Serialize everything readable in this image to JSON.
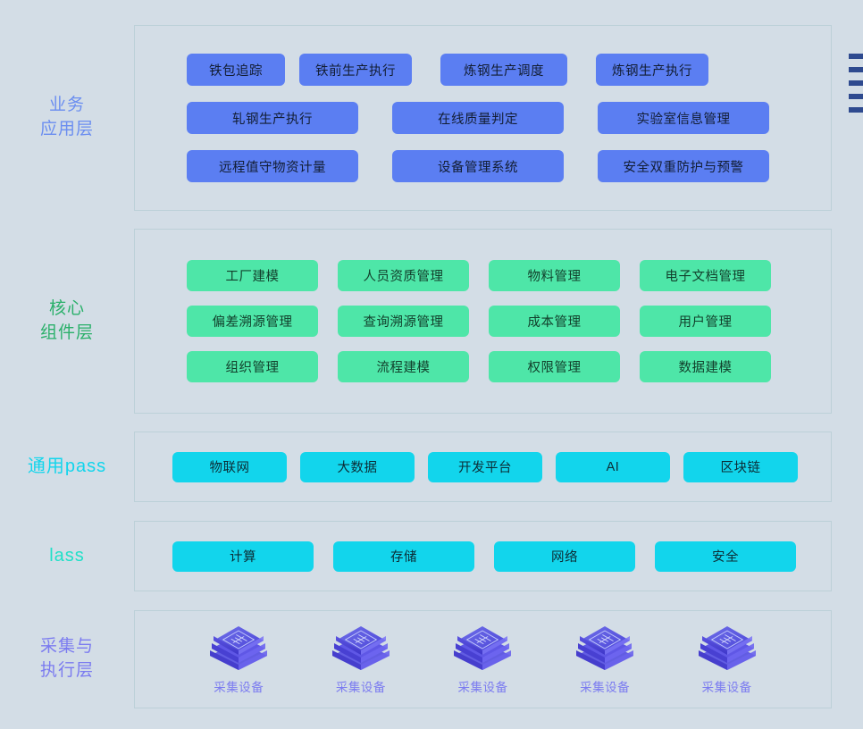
{
  "theme": {
    "background": "#d3dde6",
    "panel_border": "#bcd0d8",
    "blue": "#5b7ef2",
    "green": "#4ee6a8",
    "cyan": "#12d5ec",
    "label_blue": "#6b8ef0",
    "label_green": "#2ab06a",
    "label_cyan": "#12d5ec",
    "label_teal": "#20e0c8",
    "label_purple": "#7b7bf0",
    "edge_mark": "#2e4a8f"
  },
  "layers": {
    "business": {
      "label": "业务\n应用层",
      "rows": [
        [
          "铁包追踪",
          "铁前生产执行",
          "炼钢生产调度",
          "炼钢生产执行"
        ],
        [
          "轧钢生产执行",
          "在线质量判定",
          "实验室信息管理"
        ],
        [
          "远程值守物资计量",
          "设备管理系统",
          "安全双重防护与预警"
        ]
      ]
    },
    "core": {
      "label": "核心\n组件层",
      "rows": [
        [
          "工厂建模",
          "人员资质管理",
          "物料管理",
          "电子文档管理"
        ],
        [
          "偏差溯源管理",
          "查询溯源管理",
          "成本管理",
          "用户管理"
        ],
        [
          "组织管理",
          "流程建模",
          "权限管理",
          "数据建模"
        ]
      ]
    },
    "paas": {
      "label": "通用pass",
      "rows": [
        [
          "物联网",
          "大数据",
          "开发平台",
          "AI",
          "区块链"
        ]
      ]
    },
    "iaas": {
      "label": "lass",
      "rows": [
        [
          "计算",
          "存储",
          "网络",
          "安全"
        ]
      ]
    },
    "device": {
      "label": "采集与\n执行层",
      "icon_name": "acquisition-device-icon",
      "items": [
        {
          "label": "采集设备"
        },
        {
          "label": "采集设备"
        },
        {
          "label": "采集设备"
        },
        {
          "label": "采集设备"
        },
        {
          "label": "采集设备"
        }
      ]
    }
  },
  "edge_marks": {
    "count": 5
  }
}
